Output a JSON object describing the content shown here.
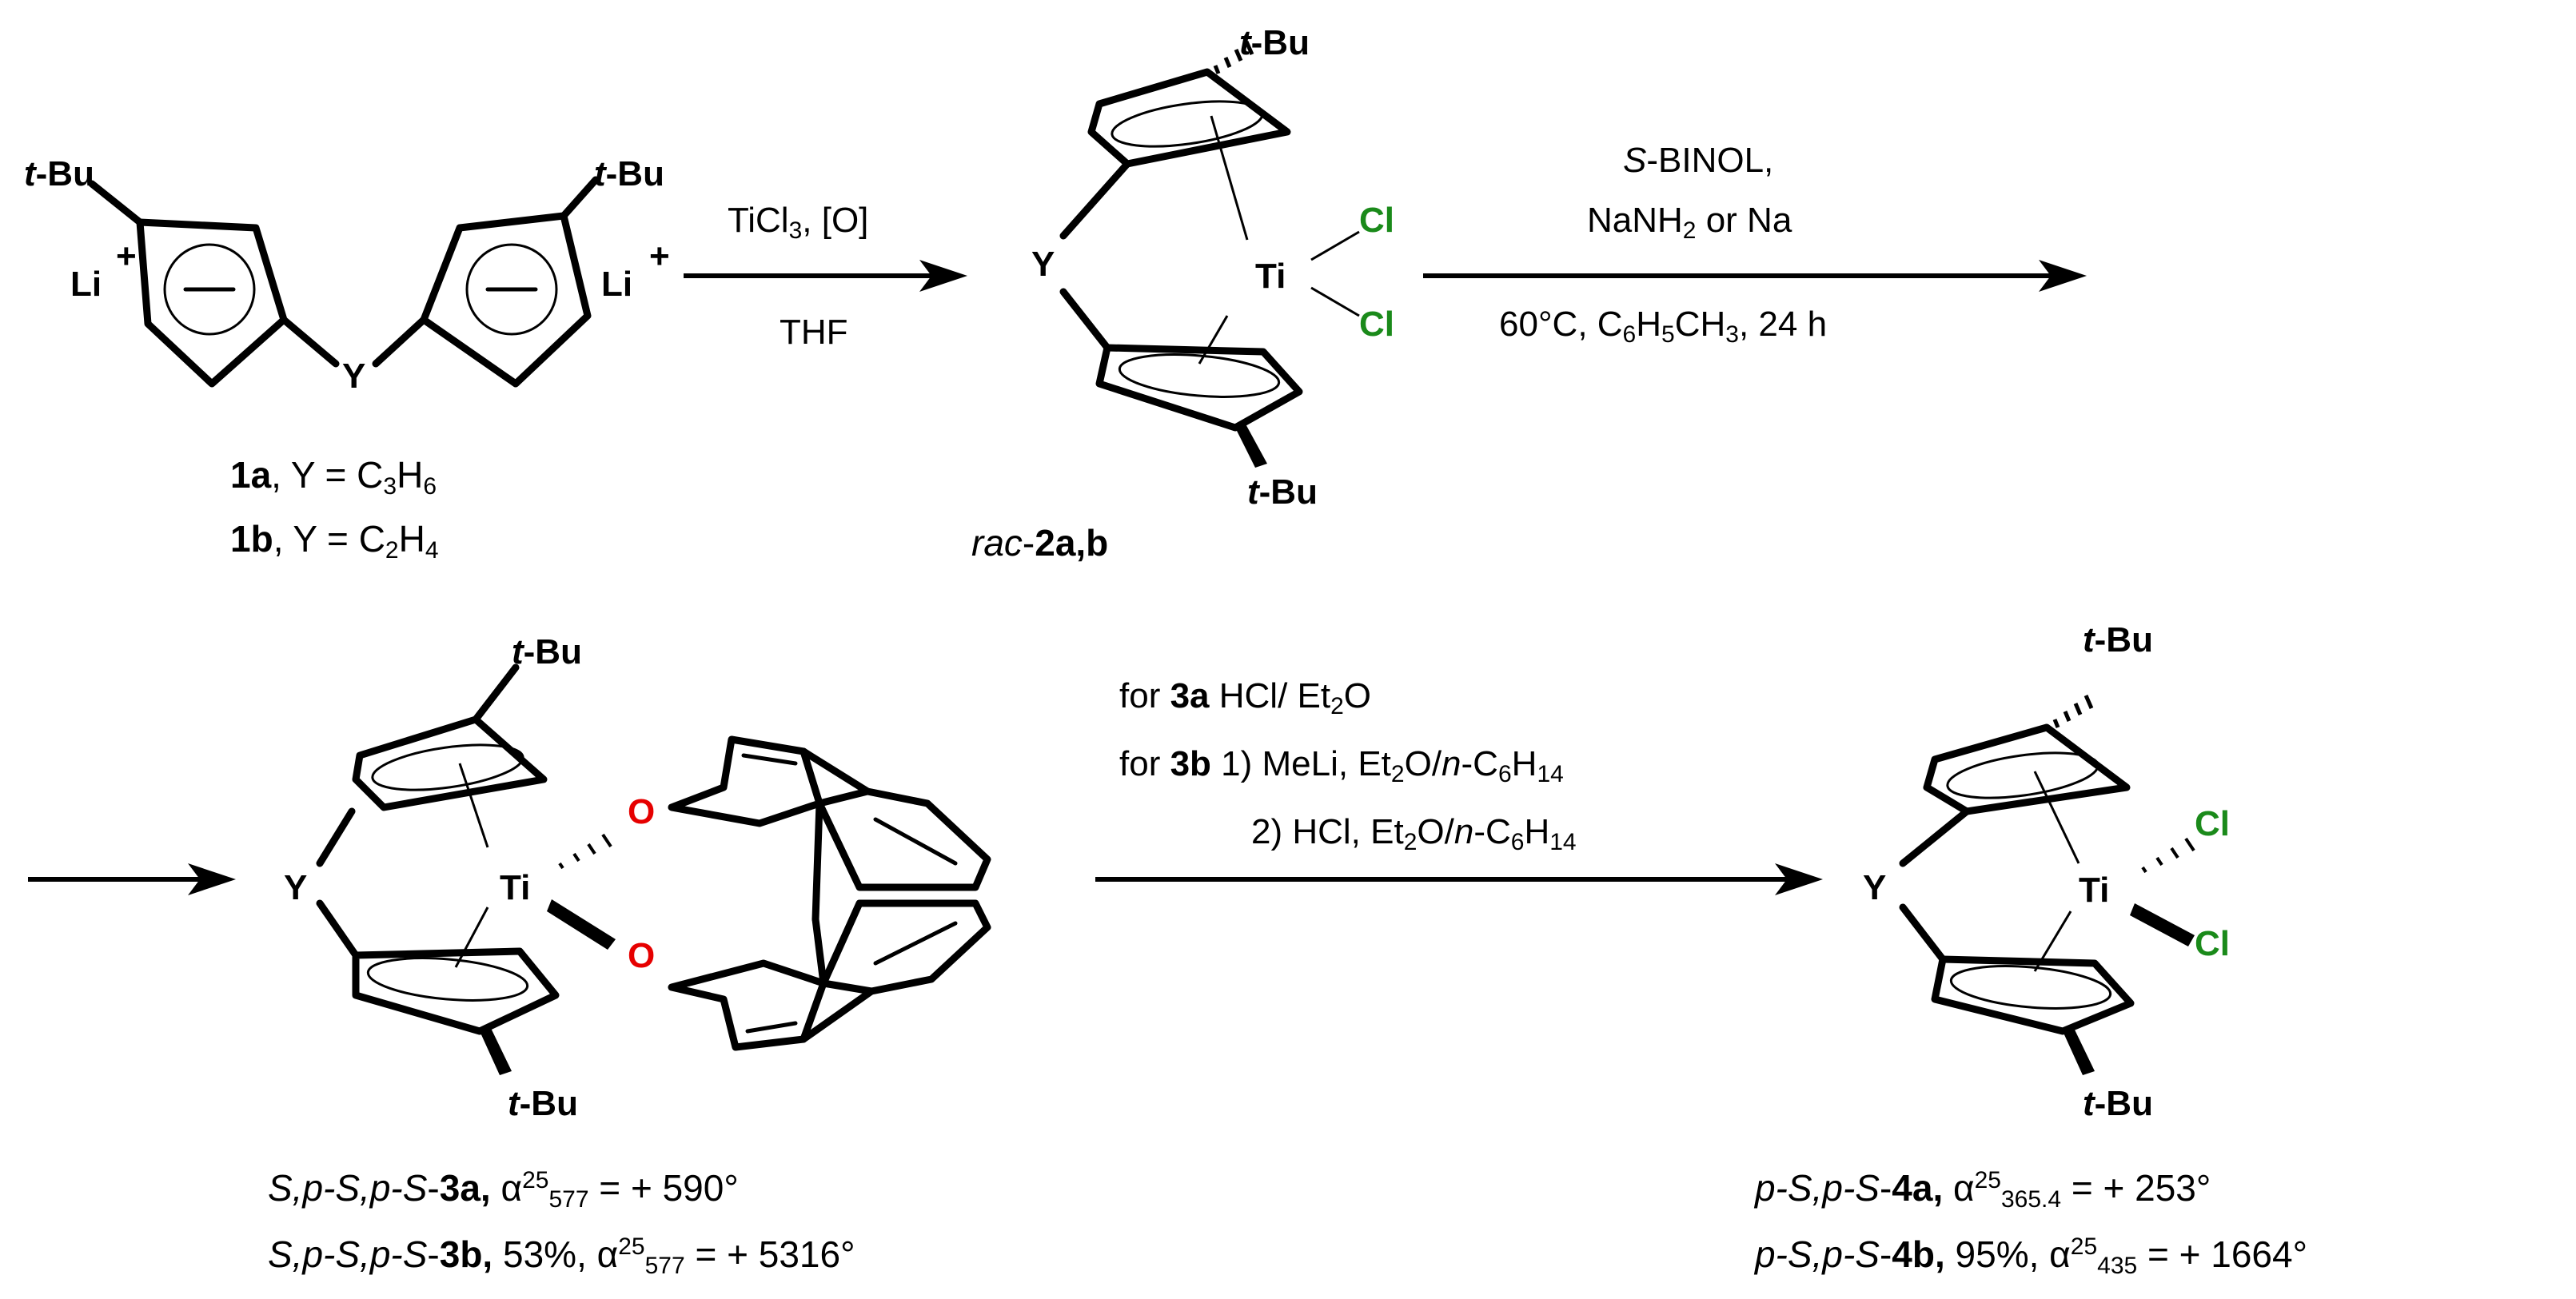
{
  "atoms": {
    "tbu": "t-Bu",
    "tbu_t": "t",
    "tbu_bu": "-Bu",
    "li": "Li",
    "plus": "+",
    "y": "Y",
    "ti": "Ti",
    "cl": "Cl",
    "o": "O"
  },
  "step1": {
    "top": "TiCl3, [O]",
    "bottom": "THF"
  },
  "step2": {
    "line1": "S-BINOL,",
    "line2": "NaNH2 or Na",
    "line3": "60°C, C6H5CH3, 24 h"
  },
  "step3": {
    "line1": "for 3a HCl/ Et2O",
    "line2": "for 3b 1) MeLi, Et2O/n-C6H14",
    "line3": "2) HCl, Et2O/n-C6H14"
  },
  "captions": {
    "c1a": "1a, Y = C3H6",
    "c1b": "1b, Y = C2H4",
    "c2": "rac-2a,b",
    "c3a": "S,p-S,p-S-3a, α²⁵₅₇₇ = + 590°",
    "c3b": "S,p-S,p-S-3b, 53%, α²⁵₅₇₇ = + 5316°",
    "c4a": "p-S,p-S-4a, α²⁵₃₆₅.₄ = + 253°",
    "c4b": "p-S,p-S-4b, 95%, α²⁵₄₃₅ = + 1664°"
  },
  "colors": {
    "chlorine": "#1a8a1a",
    "oxygen": "#e60000",
    "bond": "#000000"
  }
}
